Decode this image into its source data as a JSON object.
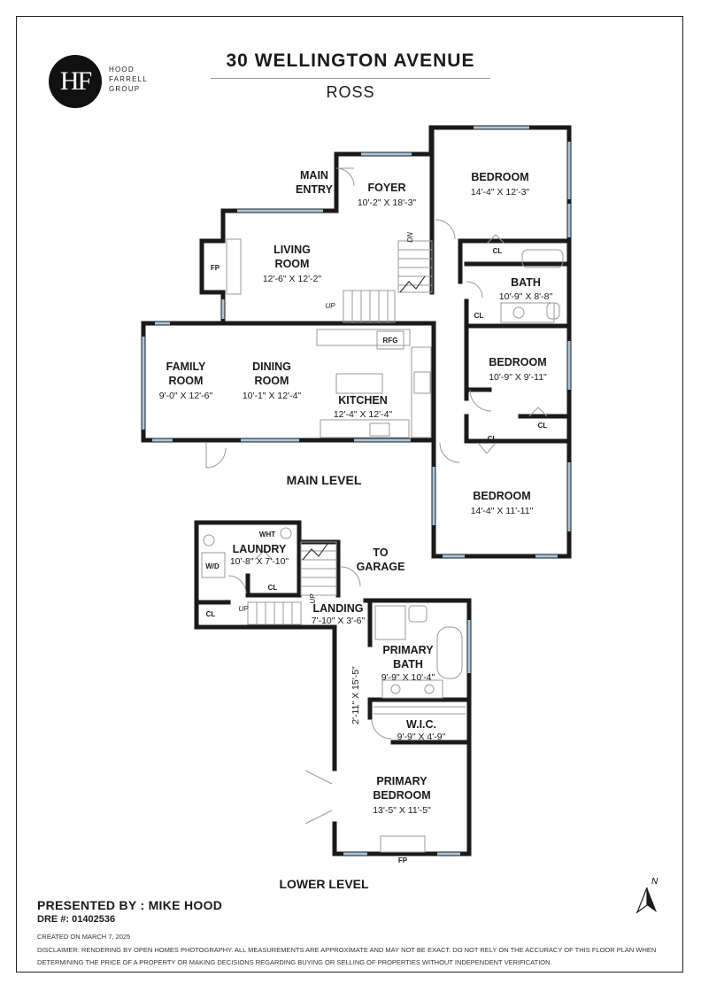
{
  "header": {
    "logo_monogram": "HF",
    "logo_lines": [
      "HOOD",
      "FARRELL",
      "GROUP"
    ],
    "title": "30 WELLINGTON AVENUE",
    "subtitle": "ROSS"
  },
  "rooms": {
    "main_entry": [
      "MAIN",
      "ENTRY"
    ],
    "foyer": {
      "name": [
        "FOYER"
      ],
      "dim": "10'-2\" X 18'-3\""
    },
    "bedroom1": {
      "name": [
        "BEDROOM"
      ],
      "dim": "14'-4\" X 12'-3\""
    },
    "living": {
      "name": [
        "LIVING",
        "ROOM"
      ],
      "dim": "12'-6\" X 12'-2\""
    },
    "bath": {
      "name": [
        "BATH"
      ],
      "dim": "10'-9\" X 8'-8\""
    },
    "family": {
      "name": [
        "FAMILY",
        "ROOM"
      ],
      "dim": "9'-0\" X 12'-6\""
    },
    "dining": {
      "name": [
        "DINING",
        "ROOM"
      ],
      "dim": "10'-1\" X 12'-4\""
    },
    "kitchen": {
      "name": [
        "KITCHEN"
      ],
      "dim": "12'-4\" X 12'-4\""
    },
    "bedroom2": {
      "name": [
        "BEDROOM"
      ],
      "dim": "10'-9\" X 9'-11\""
    },
    "bedroom3": {
      "name": [
        "BEDROOM"
      ],
      "dim": "14'-4\" X 11'-11\""
    },
    "laundry": {
      "name": [
        "LAUNDRY"
      ],
      "dim": "10'-8\" X 7'-10\""
    },
    "to_garage": [
      "TO",
      "GARAGE"
    ],
    "landing": {
      "name": [
        "LANDING"
      ],
      "dim": "7'-10\" X 3'-6\""
    },
    "primary_bath": {
      "name": [
        "PRIMARY",
        "BATH"
      ],
      "dim": "9'-9\" X 10'-4\""
    },
    "hall_dim": "2'-11\" X 15'-5\"",
    "wic": {
      "name": [
        "W.I.C."
      ],
      "dim": "9'-9\" X 4'-9\""
    },
    "primary_bedroom": {
      "name": [
        "PRIMARY",
        "BEDROOM"
      ],
      "dim": "13'-5\" X 11'-5\""
    }
  },
  "labels": {
    "cl": "CL",
    "fp": "FP",
    "rfg": "RFG",
    "wht": "WHT",
    "wd": "W/D",
    "up": "UP",
    "dn": "DN",
    "north": "N"
  },
  "levels": {
    "main": "MAIN LEVEL",
    "lower": "LOWER LEVEL"
  },
  "footer": {
    "presented_by": "PRESENTED BY : MIKE HOOD",
    "dre": "DRE #: 01402536",
    "created": "CREATED ON MARCH 7, 2025",
    "disclaimer": "DISCLAIMER: RENDERING BY OPEN HOMES PHOTOGRAPHY. ALL MEASUREMENTS ARE APPROXIMATE AND MAY NOT BE EXACT. DO NOT RELY ON THE ACCURACY OF THIS FLOOR PLAN WHEN DETERMINING THE PRICE OF A PROPERTY OR MAKING DECISIONS REGARDING BUYING OR SELLING OF PROPERTIES WITHOUT INDEPENDENT VERIFICATION."
  },
  "colors": {
    "wall": "#1a1a1a",
    "window": "#a8c6de",
    "fixture": "#9a9a9a"
  }
}
